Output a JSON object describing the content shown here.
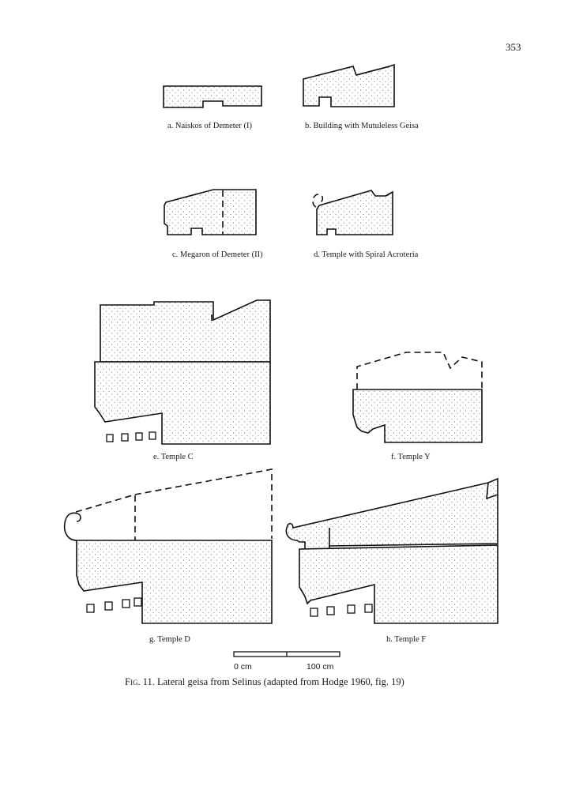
{
  "page": {
    "number": "353"
  },
  "figure": {
    "panels": [
      {
        "id": "a",
        "label": "a. Naiskos of Demeter (I)"
      },
      {
        "id": "b",
        "label": "b. Building with Mutuleless Geisa"
      },
      {
        "id": "c",
        "label": "c. Megaron of Demeter (II)"
      },
      {
        "id": "d",
        "label": "d. Temple with Spiral Acroteria"
      },
      {
        "id": "e",
        "label": "e. Temple C"
      },
      {
        "id": "f",
        "label": "f. Temple Y"
      },
      {
        "id": "g",
        "label": "g. Temple D"
      },
      {
        "id": "h",
        "label": "h. Temple F"
      }
    ],
    "scale": {
      "start_label": "0 cm",
      "end_label": "100 cm"
    },
    "caption": {
      "fig_word": "Fig.",
      "text": " 11. Lateral geisa from Selinus (adapted from Hodge 1960, fig. 19)"
    }
  }
}
